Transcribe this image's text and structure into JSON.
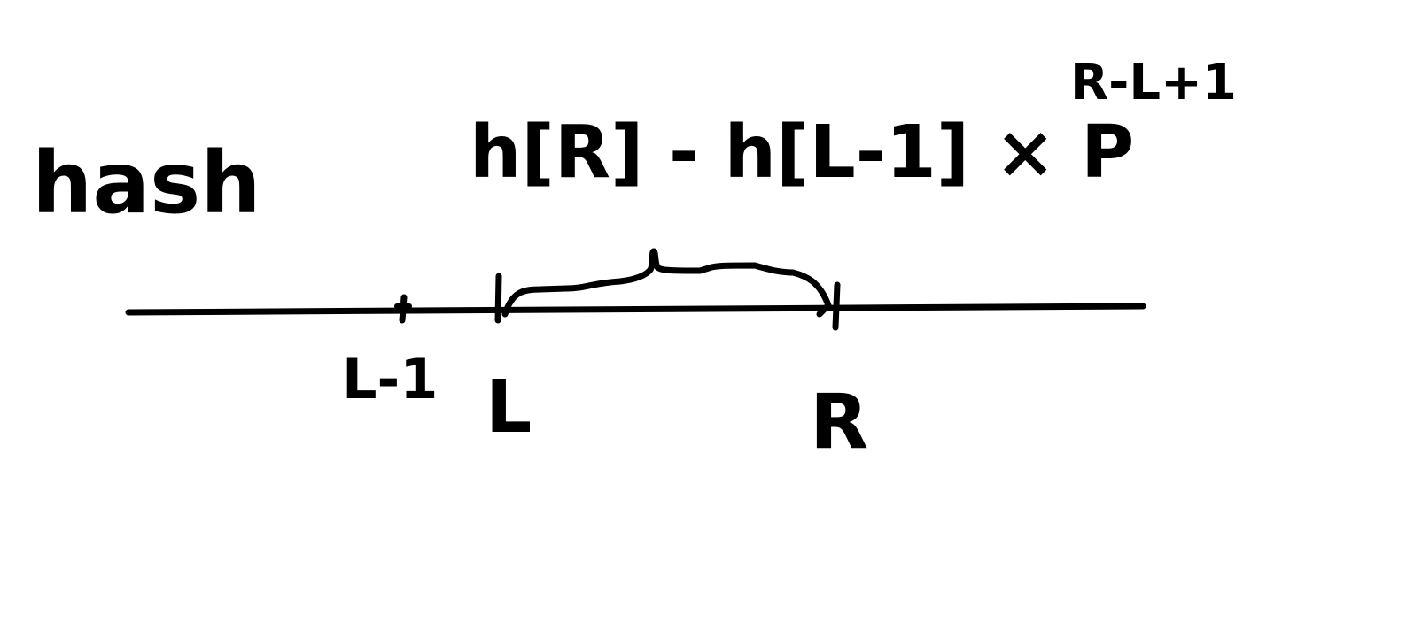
{
  "colors": {
    "background": "#ffffff",
    "ink": "#000000"
  },
  "title": "hash",
  "formula": {
    "main": "h[R] - h[L-1] × P",
    "exponent": "R-L+1"
  },
  "number_line": {
    "ticks": [
      {
        "label": "L-1"
      },
      {
        "label": "L"
      },
      {
        "label": "R"
      }
    ],
    "brace": "L..R"
  }
}
